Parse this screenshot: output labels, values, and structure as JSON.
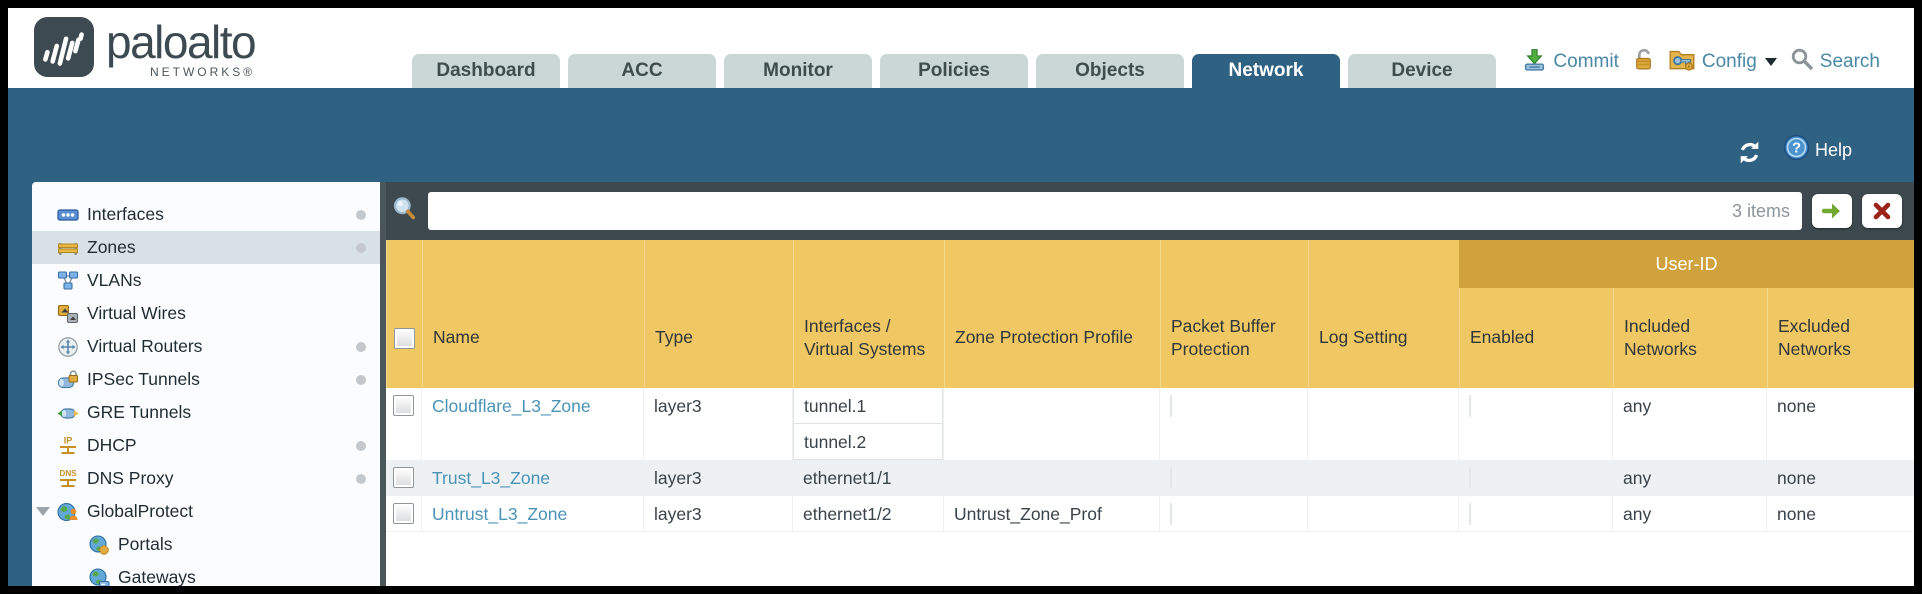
{
  "brand": {
    "name": "paloalto",
    "subtitle": "NETWORKS®"
  },
  "nav": {
    "tabs": [
      {
        "label": "Dashboard"
      },
      {
        "label": "ACC"
      },
      {
        "label": "Monitor"
      },
      {
        "label": "Policies"
      },
      {
        "label": "Objects"
      },
      {
        "label": "Network"
      },
      {
        "label": "Device"
      }
    ],
    "active_tab": "Network"
  },
  "utilities": {
    "commit": "Commit",
    "config": "Config",
    "search": "Search"
  },
  "toolbar": {
    "help": "Help"
  },
  "sidebar": {
    "items": [
      {
        "label": "Interfaces"
      },
      {
        "label": "Zones"
      },
      {
        "label": "VLANs"
      },
      {
        "label": "Virtual Wires"
      },
      {
        "label": "Virtual Routers"
      },
      {
        "label": "IPSec Tunnels"
      },
      {
        "label": "GRE Tunnels"
      },
      {
        "label": "DHCP"
      },
      {
        "label": "DNS Proxy"
      },
      {
        "label": "GlobalProtect"
      },
      {
        "label": "Portals"
      },
      {
        "label": "Gateways"
      }
    ],
    "selected": "Zones"
  },
  "filter": {
    "query": "",
    "count": "3 items"
  },
  "table": {
    "group_header": "User-ID",
    "headers": {
      "name": "Name",
      "type": "Type",
      "interfaces": "Interfaces / Virtual Systems",
      "zone_protection": "Zone Protection Profile",
      "packet_buffer": "Packet Buffer Protection",
      "log_setting": "Log Setting",
      "enabled": "Enabled",
      "included": "Included Networks",
      "excluded": "Excluded Networks"
    },
    "rows": [
      {
        "name": "Cloudflare_L3_Zone",
        "type": "layer3",
        "interfaces": [
          "tunnel.1",
          "tunnel.2"
        ],
        "zone_protection": "",
        "log_setting": "",
        "included": "any",
        "excluded": "none"
      },
      {
        "name": "Trust_L3_Zone",
        "type": "layer3",
        "interfaces": [
          "ethernet1/1"
        ],
        "zone_protection": "",
        "log_setting": "",
        "included": "any",
        "excluded": "none"
      },
      {
        "name": "Untrust_L3_Zone",
        "type": "layer3",
        "interfaces": [
          "ethernet1/2"
        ],
        "zone_protection": "Untrust_Zone_Prof",
        "log_setting": "",
        "included": "any",
        "excluded": "none"
      }
    ]
  },
  "colors": {
    "accent_teal": "#2f6182",
    "header_gold": "#efc763",
    "group_gold": "#cfa23e",
    "link_blue": "#4b93b5",
    "slate": "#3d494e"
  }
}
